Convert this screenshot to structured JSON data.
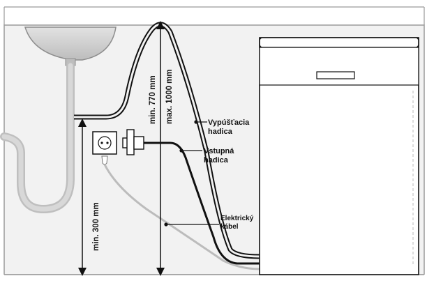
{
  "labels": {
    "drain_hose_line1": "Vypúšťacia",
    "drain_hose_line2": "hadica",
    "inlet_hose_line1": "Vstupná",
    "inlet_hose_line2": "hadica",
    "cable_line1": "Elektrický",
    "cable_line2": "kábel"
  },
  "dimensions": {
    "min_height": "min. 300 mm",
    "loop_min": "min. 770 mm",
    "loop_max": "max. 1000 mm"
  },
  "colors": {
    "wall": "#f1f1f1",
    "floor": "#efefef",
    "border": "#9a9a9a",
    "stroke": "#111111",
    "appliance_fill": "#ffffff",
    "cable": "#bcbcbc",
    "sink": "#c9c9c9"
  },
  "icons": {
    "sink": "sink-basin-icon",
    "socket": "power-socket-icon",
    "tap": "water-tap-connector-icon",
    "plug": "electric-plug-icon"
  }
}
